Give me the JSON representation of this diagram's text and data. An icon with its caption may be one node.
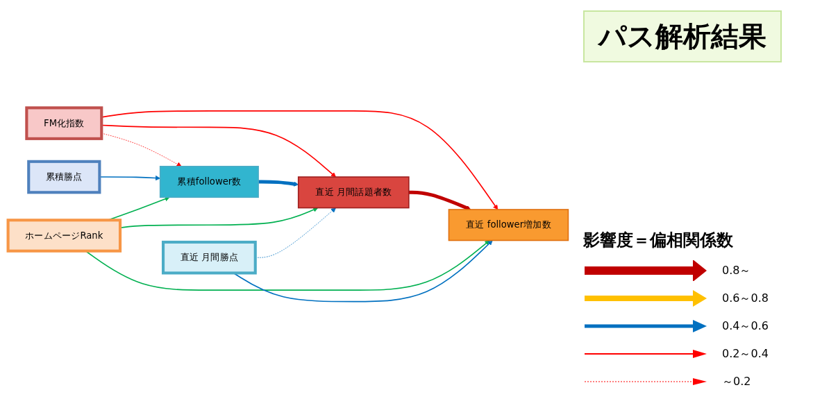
{
  "diagram": {
    "title": "パス解析結果",
    "nodes": [
      {
        "text": [
          "FM化指数"
        ]
      },
      {
        "text": [
          "累積勝点"
        ]
      },
      {
        "text": [
          "累積follower数"
        ]
      },
      {
        "text": [
          "直近 月間話題者数"
        ]
      },
      {
        "text": [
          "直近 follower増加数"
        ]
      },
      {
        "text": [
          "ホームページRank"
        ]
      },
      {
        "text": [
          "直近 月間勝点"
        ]
      }
    ],
    "edges": [
      {
        "from": 0,
        "to": 2,
        "arrow": "to",
        "style": "dashed",
        "color": "#ff0000"
      },
      {
        "from": 0,
        "to": 3,
        "arrow": "to",
        "color": "#ff0000"
      },
      {
        "from": 0,
        "to": 4,
        "arrow": "to",
        "color": "#ff0000"
      },
      {
        "from": 1,
        "to": 2,
        "arrow": "to",
        "color": "#0070c0"
      },
      {
        "from": 2,
        "to": 3,
        "arrow": "to",
        "style": "thick",
        "color": "#0070c0"
      },
      {
        "from": 3,
        "to": 4,
        "arrow": "to",
        "style": "thick",
        "color": "#c00000"
      },
      {
        "from": 5,
        "to": 2,
        "arrow": "to",
        "color": "#00b050"
      },
      {
        "from": 5,
        "to": 3,
        "arrow": "to",
        "color": "#00b050"
      },
      {
        "from": 5,
        "to": 4,
        "arrow": "to",
        "color": "#00b050"
      },
      {
        "from": 6,
        "to": 3,
        "arrow": "to",
        "style": "dashed",
        "color": "#0070c0"
      },
      {
        "from": 6,
        "to": 4,
        "arrow": "to",
        "color": "#0070c0"
      }
    ],
    "labels": [
      "影響度＝偏相関係数"
    ],
    "legend": [
      {
        "text": "0.8～"
      },
      {
        "text": "0.6～0.8"
      },
      {
        "text": "0.4～0.6"
      },
      {
        "text": "0.2～0.4"
      },
      {
        "text": "～0.2"
      }
    ]
  }
}
